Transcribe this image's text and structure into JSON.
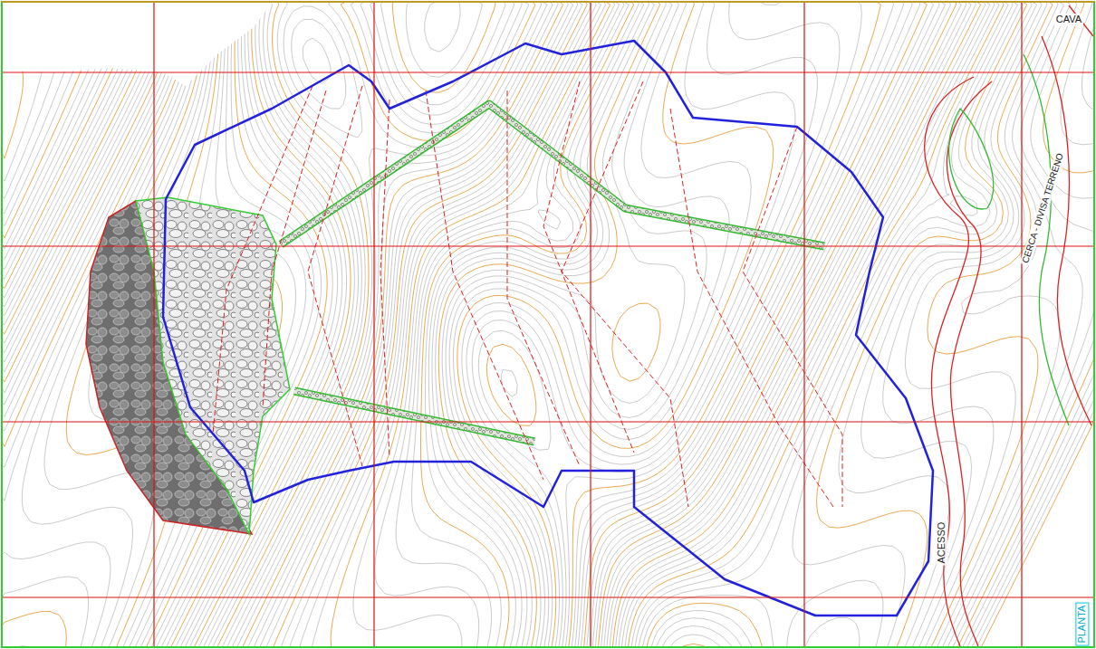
{
  "diagram": {
    "labels": [
      "CAVA",
      "ACESSO",
      "CERCA - DIVISA TERRENO",
      "PLANTA"
    ]
  }
}
